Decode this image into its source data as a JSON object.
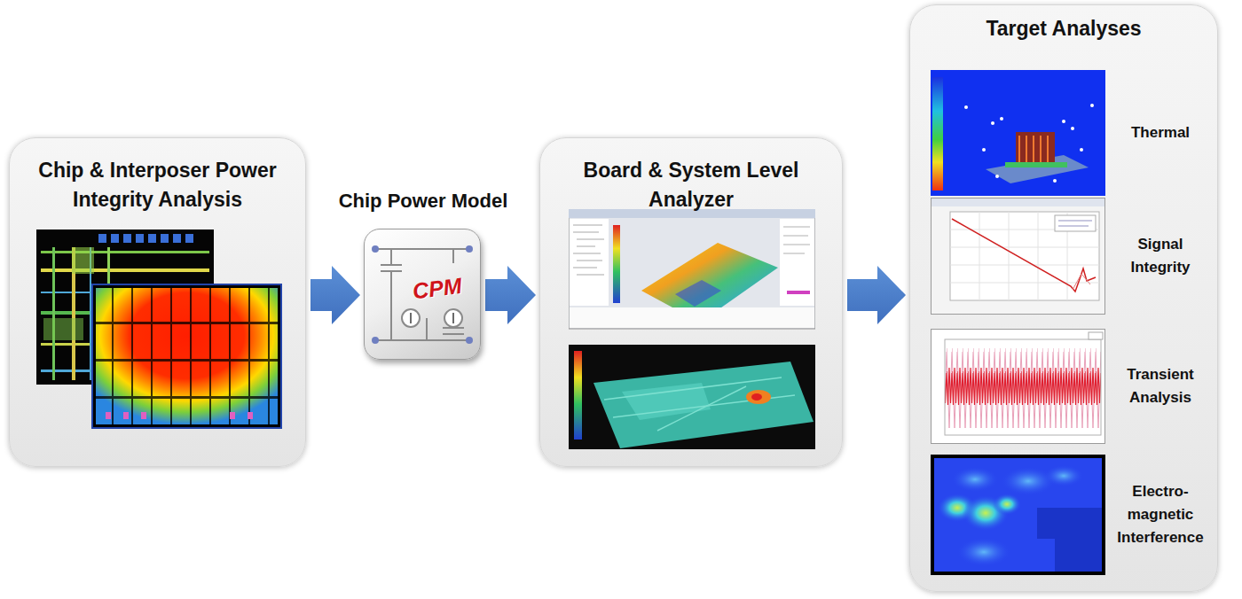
{
  "diagram": {
    "nodes": [
      {
        "text": [
          "Chip & Interposer Power Integrity Analysis"
        ]
      },
      {
        "text": [
          "Chip Power Model",
          "CPM"
        ]
      },
      {
        "text": [
          "Board & System Level Analyzer"
        ]
      },
      {
        "text": [
          "Target Analyses"
        ]
      },
      {
        "text": [
          "Thermal"
        ],
        "in": 3
      },
      {
        "text": [
          "Signal Integrity"
        ],
        "in": 3
      },
      {
        "text": [
          "Transient Analysis"
        ],
        "in": 3
      },
      {
        "text": [
          "Electro- magnetic Interference"
        ],
        "in": 3
      }
    ],
    "edges": [
      {
        "from": 0,
        "to": 1,
        "arrow": "to"
      },
      {
        "from": 1,
        "to": 2,
        "arrow": "to"
      },
      {
        "from": 2,
        "to": 3,
        "arrow": "to"
      }
    ]
  }
}
